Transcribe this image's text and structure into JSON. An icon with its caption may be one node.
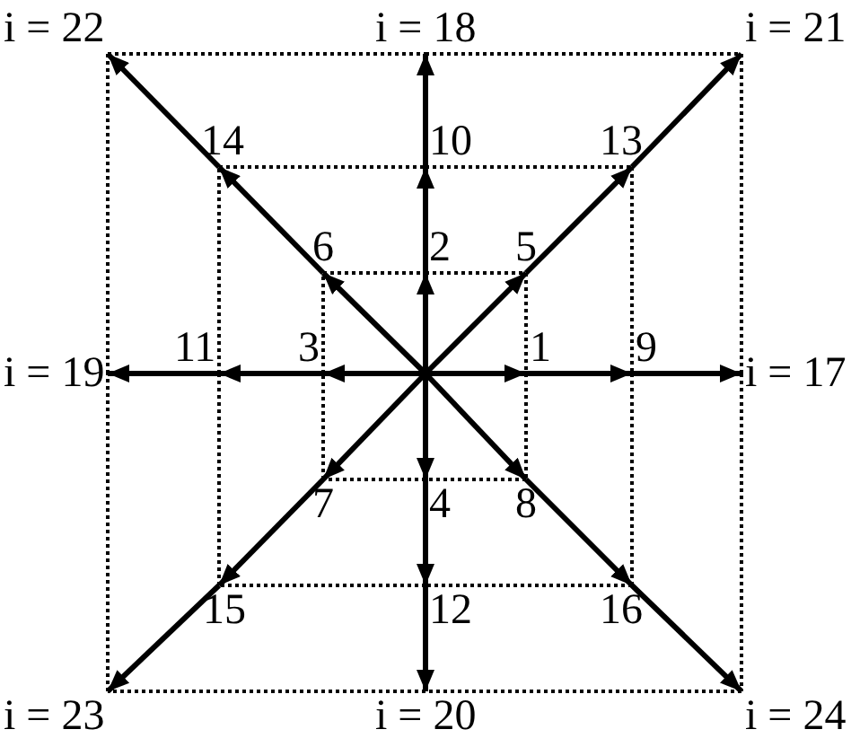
{
  "diagram": {
    "nodes": [
      {
        "text": [
          "1"
        ]
      },
      {
        "text": [
          "2"
        ]
      },
      {
        "text": [
          "3"
        ]
      },
      {
        "text": [
          "4"
        ]
      },
      {
        "text": [
          "5"
        ]
      },
      {
        "text": [
          "6"
        ]
      },
      {
        "text": [
          "7"
        ]
      },
      {
        "text": [
          "8"
        ]
      },
      {
        "text": [
          "9"
        ]
      },
      {
        "text": [
          "10"
        ]
      },
      {
        "text": [
          "11"
        ]
      },
      {
        "text": [
          "12"
        ]
      },
      {
        "text": [
          "13"
        ]
      },
      {
        "text": [
          "14"
        ]
      },
      {
        "text": [
          "15"
        ]
      },
      {
        "text": [
          "16"
        ]
      },
      {
        "text": [
          "i = 17"
        ]
      },
      {
        "text": [
          "i = 18"
        ]
      },
      {
        "text": [
          "i = 19"
        ]
      },
      {
        "text": [
          "i = 20"
        ]
      },
      {
        "text": [
          "i = 21"
        ]
      },
      {
        "text": [
          "i = 22"
        ]
      },
      {
        "text": [
          "i = 23"
        ]
      },
      {
        "text": [
          "i = 24"
        ]
      }
    ],
    "edges": [
      {
        "from": null,
        "to": 0,
        "arrow": "to"
      },
      {
        "from": 0,
        "to": 8,
        "arrow": "to"
      },
      {
        "from": 8,
        "to": 16,
        "arrow": "to"
      },
      {
        "from": null,
        "to": 1,
        "arrow": "to"
      },
      {
        "from": 1,
        "to": 9,
        "arrow": "to"
      },
      {
        "from": 9,
        "to": 17,
        "arrow": "to"
      },
      {
        "from": null,
        "to": 2,
        "arrow": "to"
      },
      {
        "from": 2,
        "to": 10,
        "arrow": "to"
      },
      {
        "from": 10,
        "to": 18,
        "arrow": "to"
      },
      {
        "from": null,
        "to": 3,
        "arrow": "to"
      },
      {
        "from": 3,
        "to": 11,
        "arrow": "to"
      },
      {
        "from": 11,
        "to": 19,
        "arrow": "to"
      },
      {
        "from": null,
        "to": 4,
        "arrow": "to"
      },
      {
        "from": 4,
        "to": 12,
        "arrow": "to"
      },
      {
        "from": 12,
        "to": 20,
        "arrow": "to"
      },
      {
        "from": null,
        "to": 5,
        "arrow": "to"
      },
      {
        "from": 5,
        "to": 13,
        "arrow": "to"
      },
      {
        "from": 13,
        "to": 21,
        "arrow": "to"
      },
      {
        "from": null,
        "to": 6,
        "arrow": "to"
      },
      {
        "from": 6,
        "to": 14,
        "arrow": "to"
      },
      {
        "from": 14,
        "to": 22,
        "arrow": "to"
      },
      {
        "from": null,
        "to": 7,
        "arrow": "to"
      },
      {
        "from": 7,
        "to": 15,
        "arrow": "to"
      },
      {
        "from": 15,
        "to": 23,
        "arrow": "to"
      },
      {
        "from": 5,
        "to": 1,
        "arrow": "none",
        "style": "dashed"
      },
      {
        "from": 1,
        "to": 4,
        "arrow": "none",
        "style": "dashed"
      },
      {
        "from": 4,
        "to": 0,
        "arrow": "none",
        "style": "dashed"
      },
      {
        "from": 0,
        "to": 7,
        "arrow": "none",
        "style": "dashed"
      },
      {
        "from": 7,
        "to": 3,
        "arrow": "none",
        "style": "dashed"
      },
      {
        "from": 3,
        "to": 6,
        "arrow": "none",
        "style": "dashed"
      },
      {
        "from": 6,
        "to": 2,
        "arrow": "none",
        "style": "dashed"
      },
      {
        "from": 2,
        "to": 5,
        "arrow": "none",
        "style": "dashed"
      },
      {
        "from": 13,
        "to": 9,
        "arrow": "none",
        "style": "dashed"
      },
      {
        "from": 9,
        "to": 12,
        "arrow": "none",
        "style": "dashed"
      },
      {
        "from": 12,
        "to": 8,
        "arrow": "none",
        "style": "dashed"
      },
      {
        "from": 8,
        "to": 15,
        "arrow": "none",
        "style": "dashed"
      },
      {
        "from": 15,
        "to": 11,
        "arrow": "none",
        "style": "dashed"
      },
      {
        "from": 11,
        "to": 14,
        "arrow": "none",
        "style": "dashed"
      },
      {
        "from": 14,
        "to": 10,
        "arrow": "none",
        "style": "dashed"
      },
      {
        "from": 10,
        "to": 13,
        "arrow": "none",
        "style": "dashed"
      },
      {
        "from": 21,
        "to": 17,
        "arrow": "none",
        "style": "dashed"
      },
      {
        "from": 17,
        "to": 20,
        "arrow": "none",
        "style": "dashed"
      },
      {
        "from": 20,
        "to": 16,
        "arrow": "none",
        "style": "dashed"
      },
      {
        "from": 16,
        "to": 23,
        "arrow": "none",
        "style": "dashed"
      },
      {
        "from": 23,
        "to": 19,
        "arrow": "none",
        "style": "dashed"
      },
      {
        "from": 19,
        "to": 22,
        "arrow": "none",
        "style": "dashed"
      },
      {
        "from": 22,
        "to": 18,
        "arrow": "none",
        "style": "dashed"
      },
      {
        "from": 18,
        "to": 21,
        "arrow": "none",
        "style": "dashed"
      }
    ]
  }
}
